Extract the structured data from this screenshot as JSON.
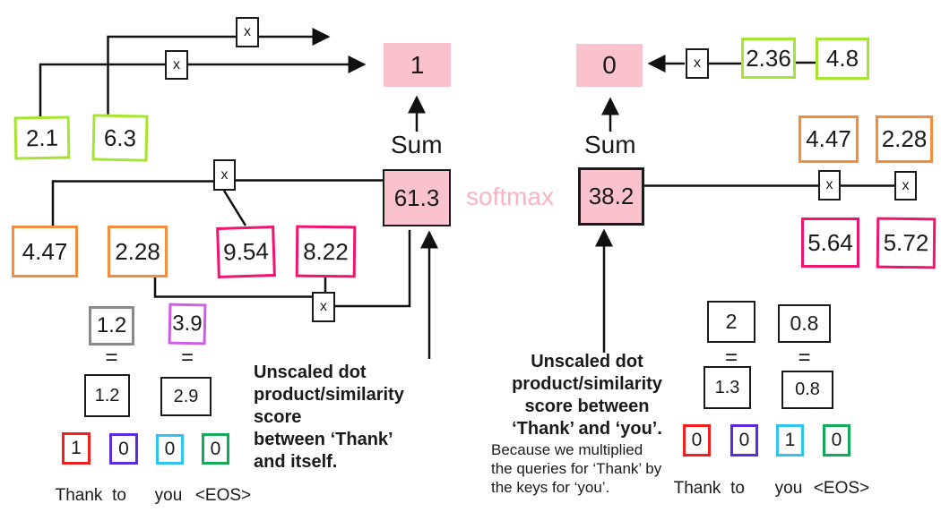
{
  "op_label": "x",
  "equals_label": "=",
  "softmax_label": "softmax",
  "left": {
    "result": "1",
    "sum_label": "Sum",
    "sum_value": "61.3",
    "green_values": [
      "2.1",
      "6.3"
    ],
    "orange_values": [
      "4.47",
      "2.28"
    ],
    "magenta_values": [
      "9.54",
      "8.22"
    ],
    "gray_value": "1.2",
    "violet_value": "3.9",
    "product_values": [
      "1.2",
      "2.9"
    ],
    "onehot": [
      "1",
      "0",
      "0",
      "0"
    ],
    "tokens": [
      "Thank",
      "to",
      "you",
      "<EOS>"
    ],
    "note_bold": "Unscaled dot\nproduct/similarity score\nbetween ‘Thank’\nand itself."
  },
  "right": {
    "result": "0",
    "sum_label": "Sum",
    "sum_value": "38.2",
    "green_values": [
      "2.36",
      "4.8"
    ],
    "orange_values": [
      "4.47",
      "2.28"
    ],
    "magenta_values": [
      "5.64",
      "5.72"
    ],
    "black_top_values": [
      "2",
      "0.8"
    ],
    "product_values": [
      "1.3",
      "0.8"
    ],
    "onehot": [
      "0",
      "0",
      "1",
      "0"
    ],
    "tokens": [
      "Thank",
      "to",
      "you",
      "<EOS>"
    ],
    "note_bold": "Unscaled dot\nproduct/similarity\nscore between\n‘Thank’ and ‘you’.",
    "note_regular": "Because we multiplied\nthe queries for ‘Thank’ by\nthe keys for ‘you’."
  }
}
